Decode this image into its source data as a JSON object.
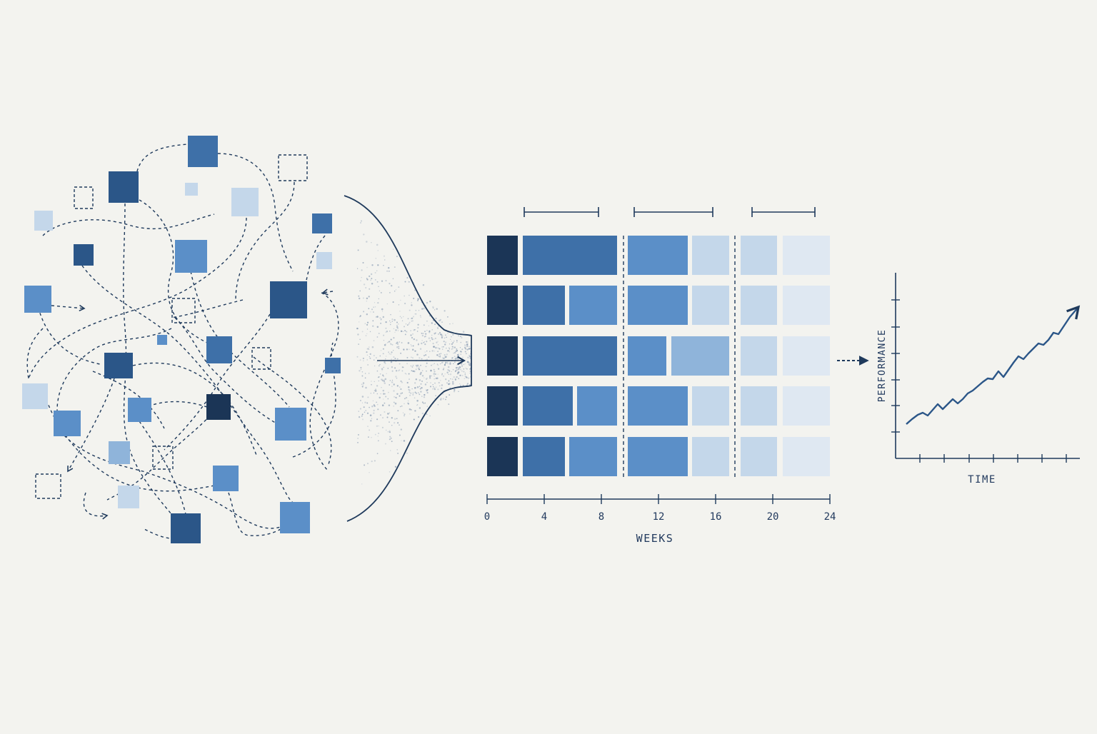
{
  "colors": {
    "background": "#f3f3ef",
    "ink": "#1f3a5c",
    "navy": "#1b3556",
    "dark_blue": "#2b5688",
    "mid_blue": "#3e70a8",
    "blue": "#5b8fc8",
    "light_blue": "#8fb4da",
    "pale_blue": "#c4d7ea",
    "faint_blue": "#dfe8f2"
  },
  "timeline": {
    "axis_label": "WEEKS",
    "ticks": [
      "0",
      "4",
      "8",
      "12",
      "16",
      "20",
      "24"
    ],
    "rows": 5
  },
  "performance_chart": {
    "type": "line",
    "xlabel": "TIME",
    "ylabel": "PERFORMANCE",
    "trend": "rising"
  }
}
